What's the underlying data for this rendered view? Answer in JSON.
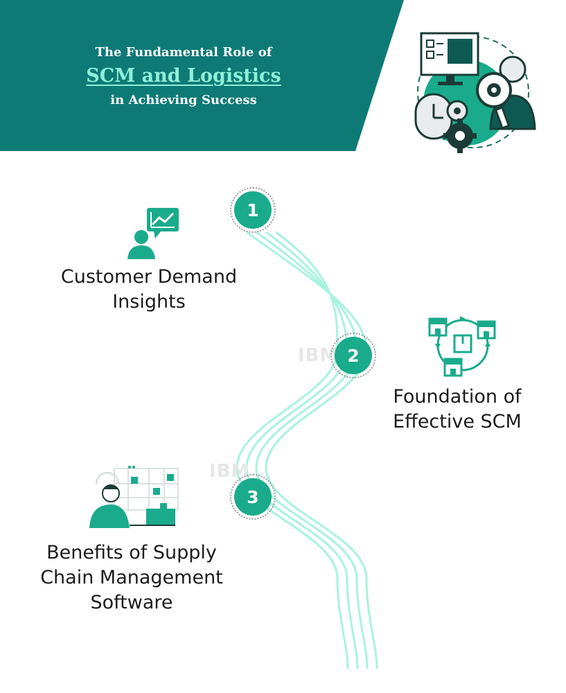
{
  "header": {
    "title_line1": "The Fundamental Role of",
    "title_line2": "SCM and Logistics",
    "title_line3": "in Achieving Success",
    "band_color": "#0e7a76",
    "accent_color": "#8ff0d8"
  },
  "steps": [
    {
      "number": "1",
      "label_line1": "Customer Demand",
      "label_line2": "Insights",
      "icon": "customer-chart-icon"
    },
    {
      "number": "2",
      "label_line1": "Foundation of",
      "label_line2": "Effective SCM",
      "icon": "store-cycle-icon"
    },
    {
      "number": "3",
      "label_line1": "Benefits of Supply",
      "label_line2": "Chain Management",
      "label_line3": "Software",
      "icon": "person-laptop-icon"
    }
  ],
  "colors": {
    "badge": "#1aab8c",
    "wave": "#a8f2e0"
  }
}
